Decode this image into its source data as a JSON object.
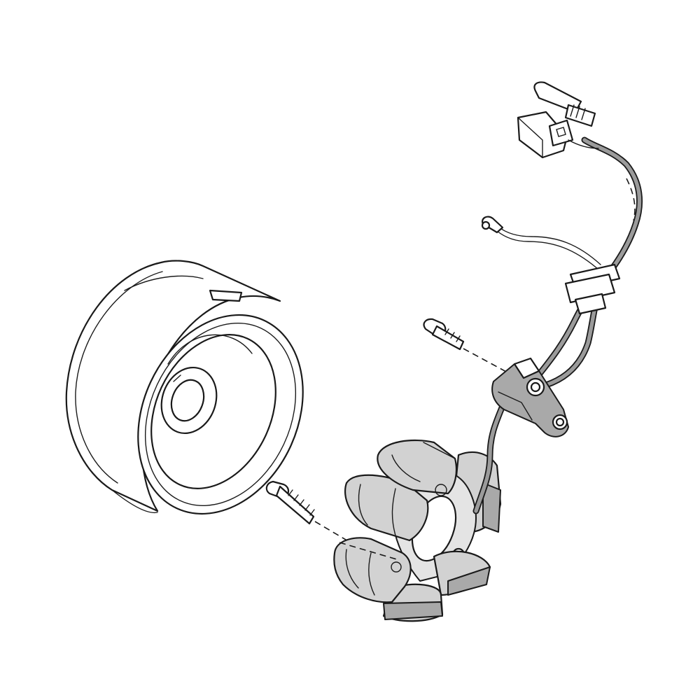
{
  "diagram": {
    "parts": [
      {
        "id": "flywheel",
        "kind": "rotor"
      },
      {
        "id": "stator",
        "kind": "coil-assembly"
      },
      {
        "id": "screw-upper",
        "kind": "fastener"
      },
      {
        "id": "screw-lower",
        "kind": "fastener"
      },
      {
        "id": "pickup-sensor",
        "kind": "sensor"
      },
      {
        "id": "wire-harness",
        "kind": "cable"
      },
      {
        "id": "grommet",
        "kind": "seal"
      },
      {
        "id": "connector",
        "kind": "plug"
      },
      {
        "id": "ring-terminal",
        "kind": "terminal"
      }
    ],
    "colors": {
      "line": "#1a1a1a",
      "part_fill": "#d2d2d2",
      "wire_fill": "#9b9b9b",
      "background": "#ffffff"
    }
  }
}
